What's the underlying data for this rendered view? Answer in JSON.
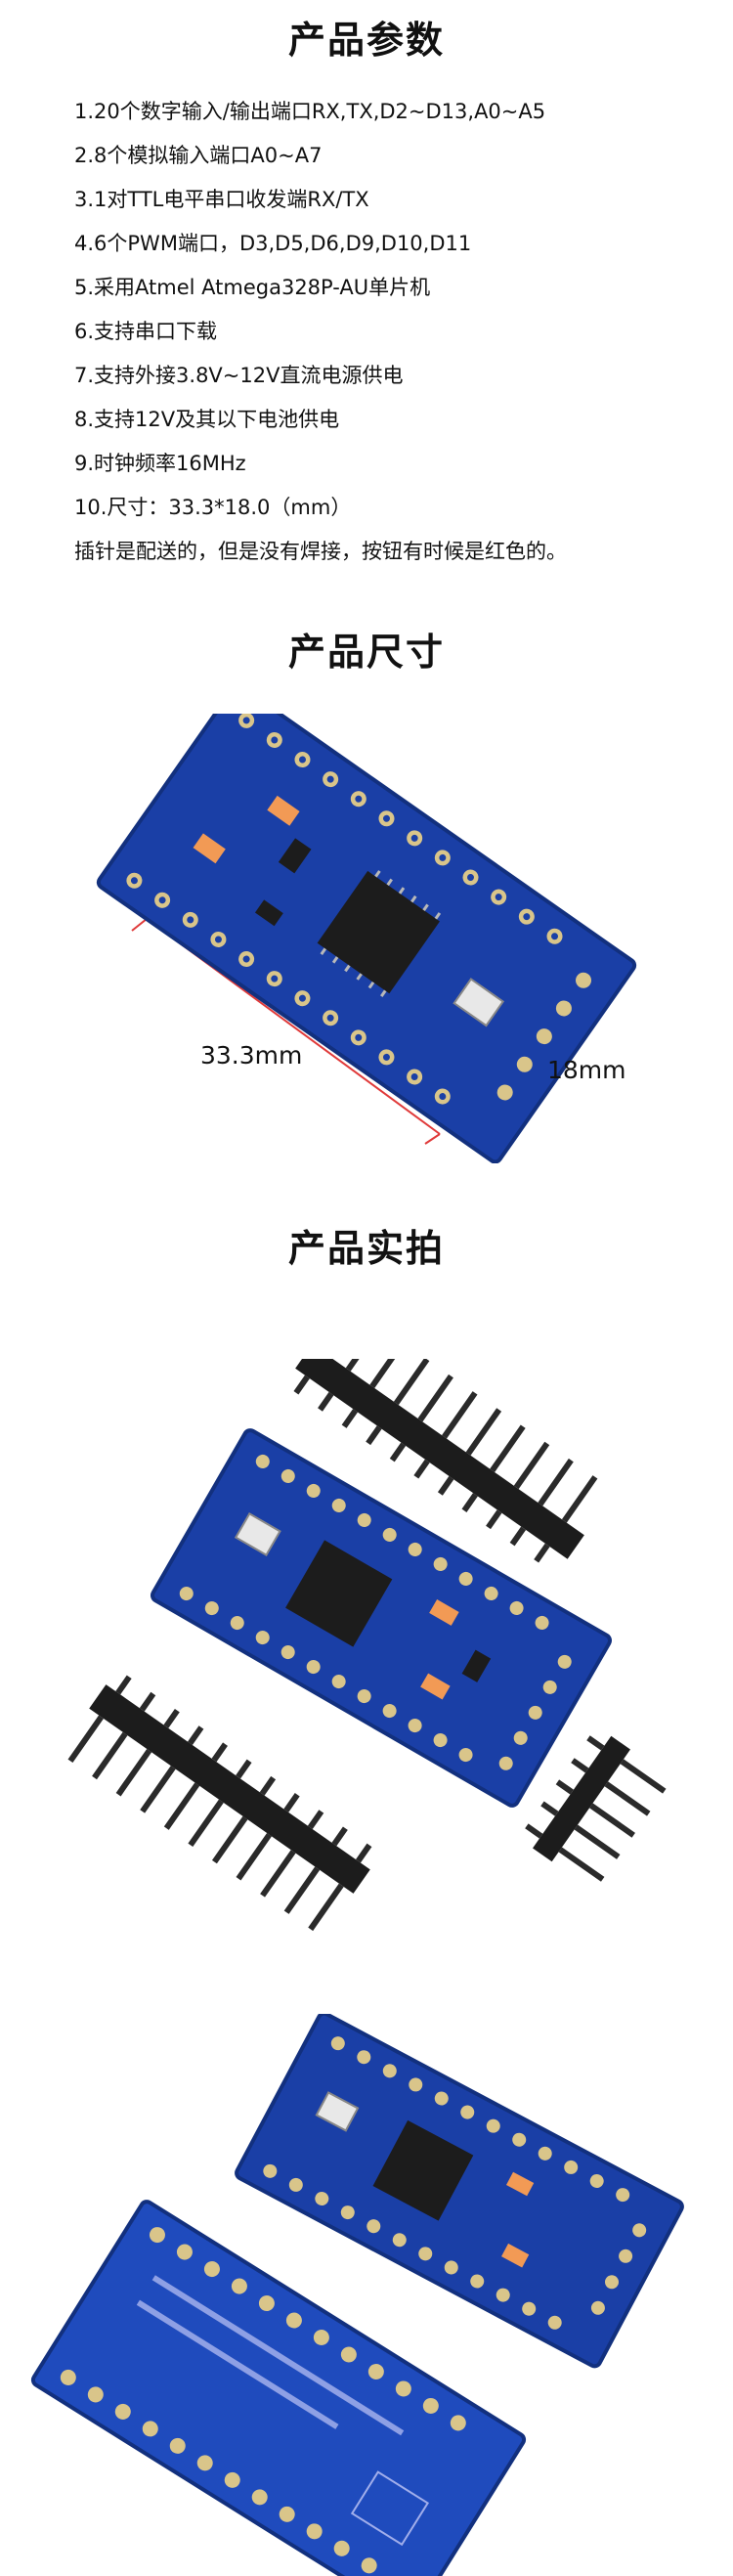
{
  "sections": {
    "params_title": "产品参数",
    "size_title": "产品尺寸",
    "photo_title": "产品实拍"
  },
  "specs": [
    "1.20个数字输入/输出端口RX,TX,D2~D13,A0~A5",
    "2.8个模拟输入端口A0~A7",
    "3.1对TTL电平串口收发端RX/TX",
    "4.6个PWM端口，D3,D5,D6,D9,D10,D11",
    "5.采用Atmel Atmega328P-AU单片机",
    "6.支持串口下载",
    "7.支持外接3.8V~12V直流电源供电",
    "8.支持12V及其以下电池供电",
    "9.时钟频率16MHz",
    "10.尺寸：33.3*18.0（mm）",
    "插针是配送的，但是没有焊接，按钮有时候是红色的。"
  ],
  "dimensions": {
    "length": "33.3mm",
    "width": "18mm"
  },
  "colors": {
    "pcb_blue": "#1a3fa6",
    "pcb_dark": "#12307e",
    "pad_gold": "#d9c58a",
    "chip_black": "#1c1c1c",
    "resistor_orange": "#f29a55",
    "dim_line_red": "#e03a3a"
  }
}
